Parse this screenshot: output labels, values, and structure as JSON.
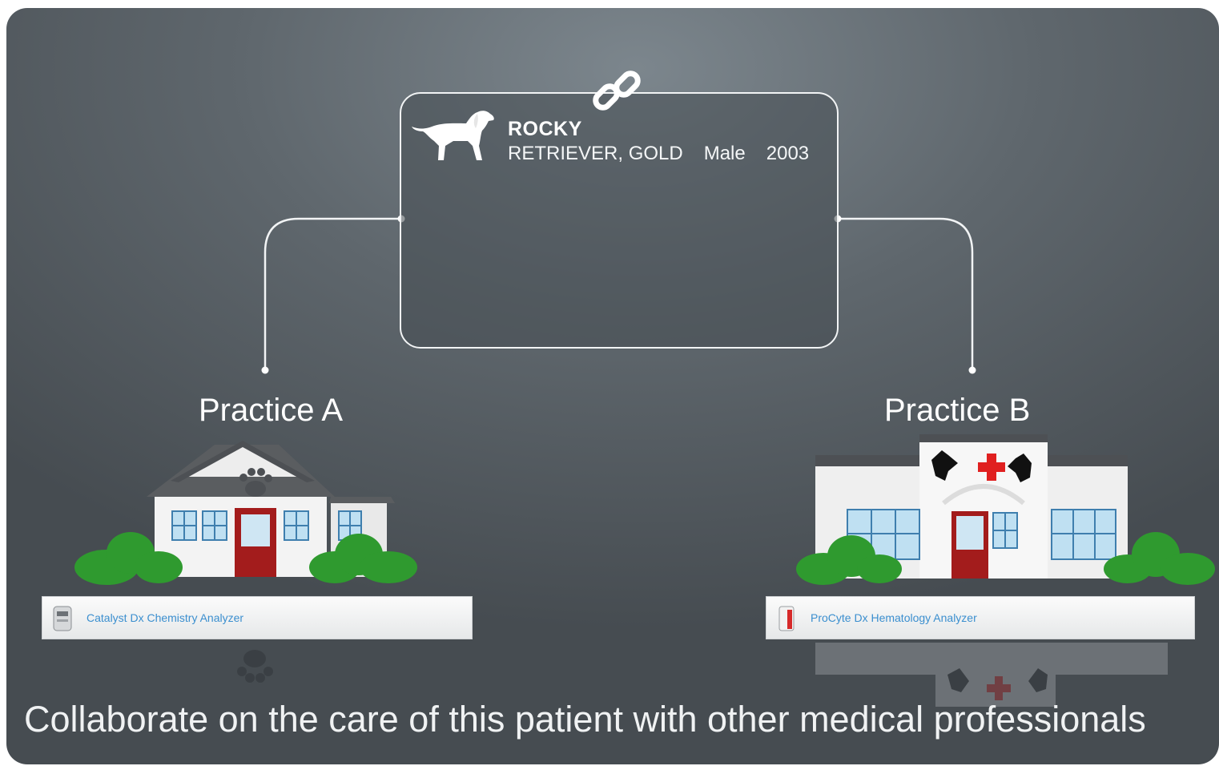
{
  "patient": {
    "name": "ROCKY",
    "breed": "RETRIEVER, GOLD",
    "sex": "Male",
    "year": "2003"
  },
  "practices": [
    {
      "label": "Practice A",
      "device": "Catalyst Dx Chemistry Analyzer"
    },
    {
      "label": "Practice B",
      "device": "ProCyte Dx Hematology Analyzer"
    }
  ],
  "caption": "Collaborate on the care of this patient with other medical professionals",
  "colors": {
    "line": "#f2f4f5",
    "door": "#a31c1c",
    "bush": "#2f9a2f",
    "cross": "#e02020",
    "device_text": "#3b8fcf"
  },
  "icons": [
    "dog-icon",
    "chain-link-icon",
    "paw-icon",
    "dog-head-icon",
    "red-cross-icon",
    "analyzer-icon"
  ]
}
